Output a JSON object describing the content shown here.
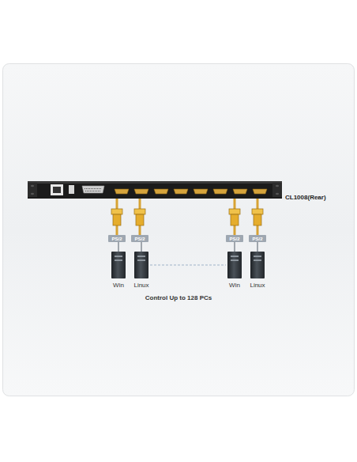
{
  "diagram": {
    "nodes": [
      {
        "text": [
          "CL1008(Rear)"
        ]
      },
      {
        "text": [
          "PS/2"
        ]
      },
      {
        "text": [
          "PS/2"
        ]
      },
      {
        "text": [
          "PS/2"
        ]
      },
      {
        "text": [
          "PS/2"
        ]
      },
      {
        "text": [
          "Win"
        ]
      },
      {
        "text": [
          "Linux"
        ]
      },
      {
        "text": [
          "Win"
        ]
      },
      {
        "text": [
          "Linux"
        ]
      }
    ],
    "edges": [
      {
        "from": 0,
        "to": 1,
        "arrow": "none"
      },
      {
        "from": 0,
        "to": 2,
        "arrow": "none"
      },
      {
        "from": 0,
        "to": 3,
        "arrow": "none"
      },
      {
        "from": 0,
        "to": 4,
        "arrow": "none"
      },
      {
        "from": 1,
        "to": 5,
        "arrow": "none"
      },
      {
        "from": 2,
        "to": 6,
        "arrow": "none"
      },
      {
        "from": 3,
        "to": 7,
        "arrow": "none"
      },
      {
        "from": 4,
        "to": 8,
        "arrow": "none"
      },
      {
        "from": 6,
        "to": 7,
        "arrow": "none"
      }
    ],
    "labels": [
      "Control Up to 128 PCs"
    ]
  }
}
